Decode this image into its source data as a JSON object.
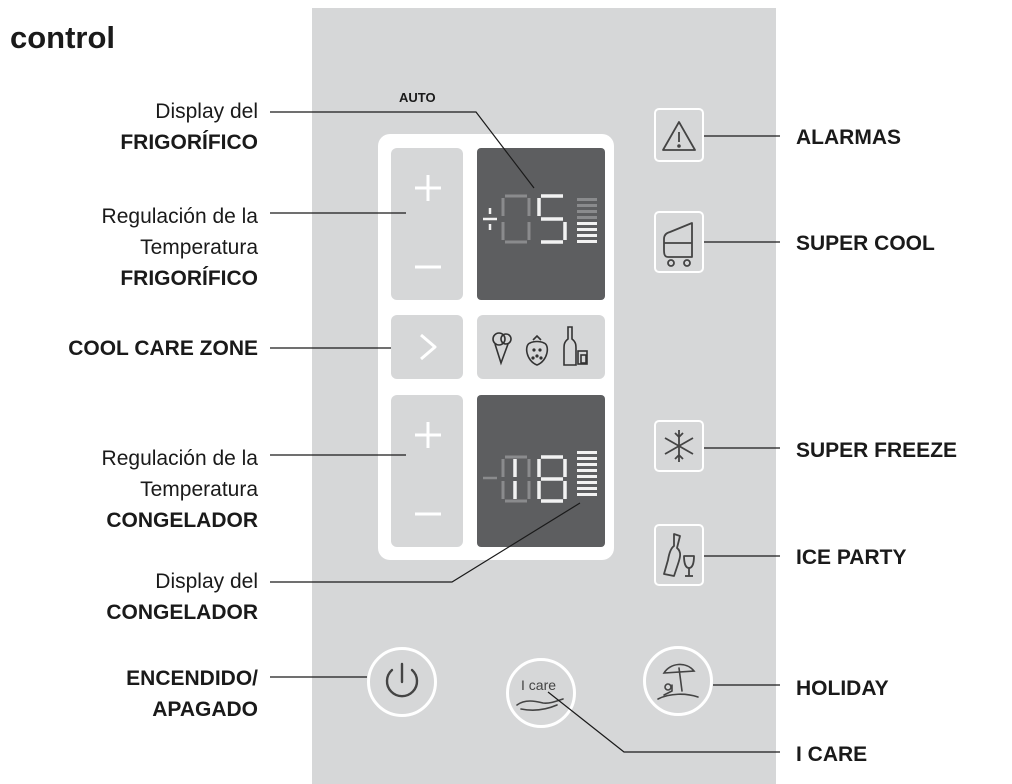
{
  "heading": "control",
  "auto_label": "AUTO",
  "fridge_display": {
    "label_line1": "Display del",
    "label_line2": "FRIGORÍFICO",
    "value_text": "05"
  },
  "fridge_regulation": {
    "line1": "Regulación de la",
    "line2": "Temperatura",
    "line3": "FRIGORÍFICO"
  },
  "cool_care_zone": {
    "label": "COOL CARE ZONE",
    "icons": [
      "ice-cream-icon",
      "strawberry-icon",
      "bottle-icon"
    ]
  },
  "freezer_regulation": {
    "line1": "Regulación de la",
    "line2": "Temperatura",
    "line3": "CONGELADOR"
  },
  "freezer_display": {
    "label_line1": "Display del",
    "label_line2": "CONGELADOR",
    "value_text": "18"
  },
  "power": {
    "line1": "ENCENDIDO/",
    "line2": "APAGADO"
  },
  "right_labels": {
    "alarmas": "ALARMAS",
    "super_cool": "SUPER COOL",
    "super_freeze": "SUPER FREEZE",
    "ice_party": "ICE PARTY",
    "holiday": "HOLIDAY",
    "i_care": "I CARE"
  },
  "i_care_button_text": "I care",
  "colors": {
    "panel": "#d6d7d8",
    "display": "#5d5e60",
    "frame": "#ffffff",
    "text": "#1a1a1a"
  }
}
